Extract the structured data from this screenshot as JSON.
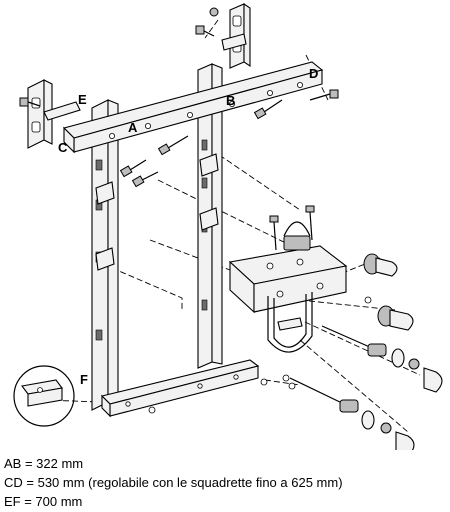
{
  "diagram": {
    "point_labels": [
      "A",
      "B",
      "C",
      "D",
      "E",
      "F"
    ]
  },
  "legend": [
    "AB = 322 mm",
    "CD = 530 mm (regolabile con le squadrette fino a 625 mm)",
    "EF = 700 mm"
  ]
}
